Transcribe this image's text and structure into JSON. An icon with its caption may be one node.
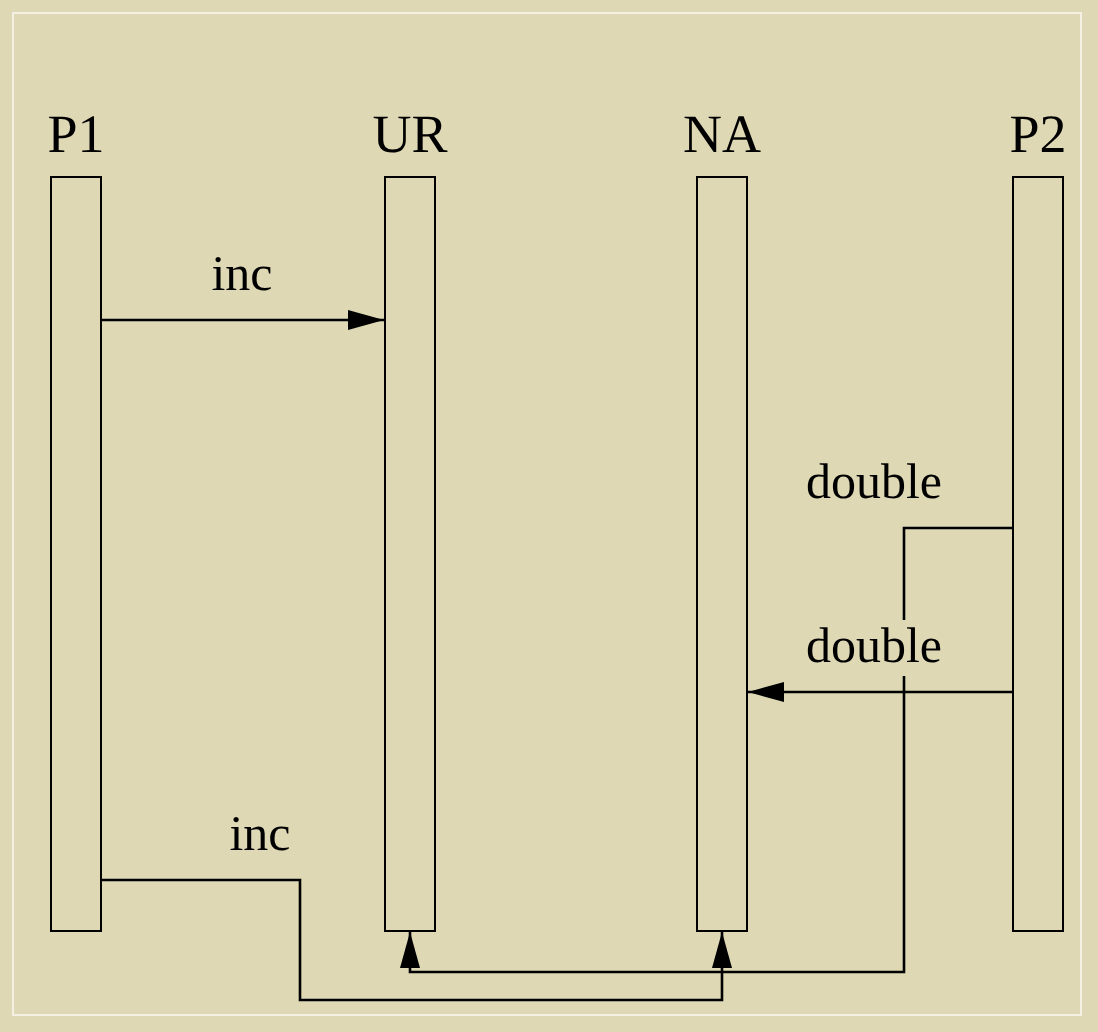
{
  "diagram": {
    "nodes": [
      {
        "text": [
          "P1"
        ]
      },
      {
        "text": [
          "UR"
        ]
      },
      {
        "text": [
          "NA"
        ]
      },
      {
        "text": [
          "P2"
        ]
      }
    ],
    "edges": [
      {
        "from": 0,
        "to": 1,
        "arrow": "to",
        "label": "inc"
      },
      {
        "from": 3,
        "to": 1,
        "arrow": "to",
        "label": "double"
      },
      {
        "from": 3,
        "to": 2,
        "arrow": "to",
        "label": "double"
      },
      {
        "from": 0,
        "to": 2,
        "arrow": "to",
        "label": "inc"
      }
    ]
  }
}
